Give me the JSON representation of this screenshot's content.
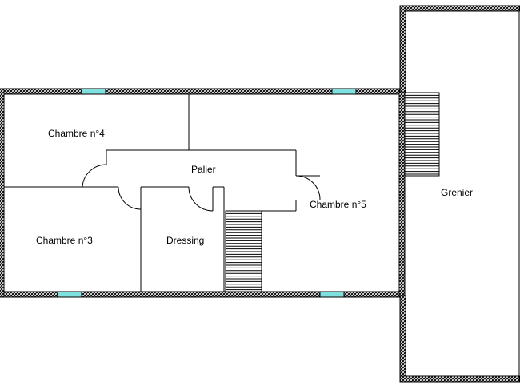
{
  "plan": {
    "rooms": {
      "chambre4": "Chambre n°4",
      "palier": "Palier",
      "chambre5": "Chambre n°5",
      "chambre3": "Chambre n°3",
      "dressing": "Dressing",
      "grenier": "Grenier"
    },
    "colors": {
      "wall_outline": "#000000",
      "wall_hatch": "#000000",
      "window": "#7fe0e0",
      "interior_line": "#000000",
      "background": "#ffffff"
    }
  }
}
